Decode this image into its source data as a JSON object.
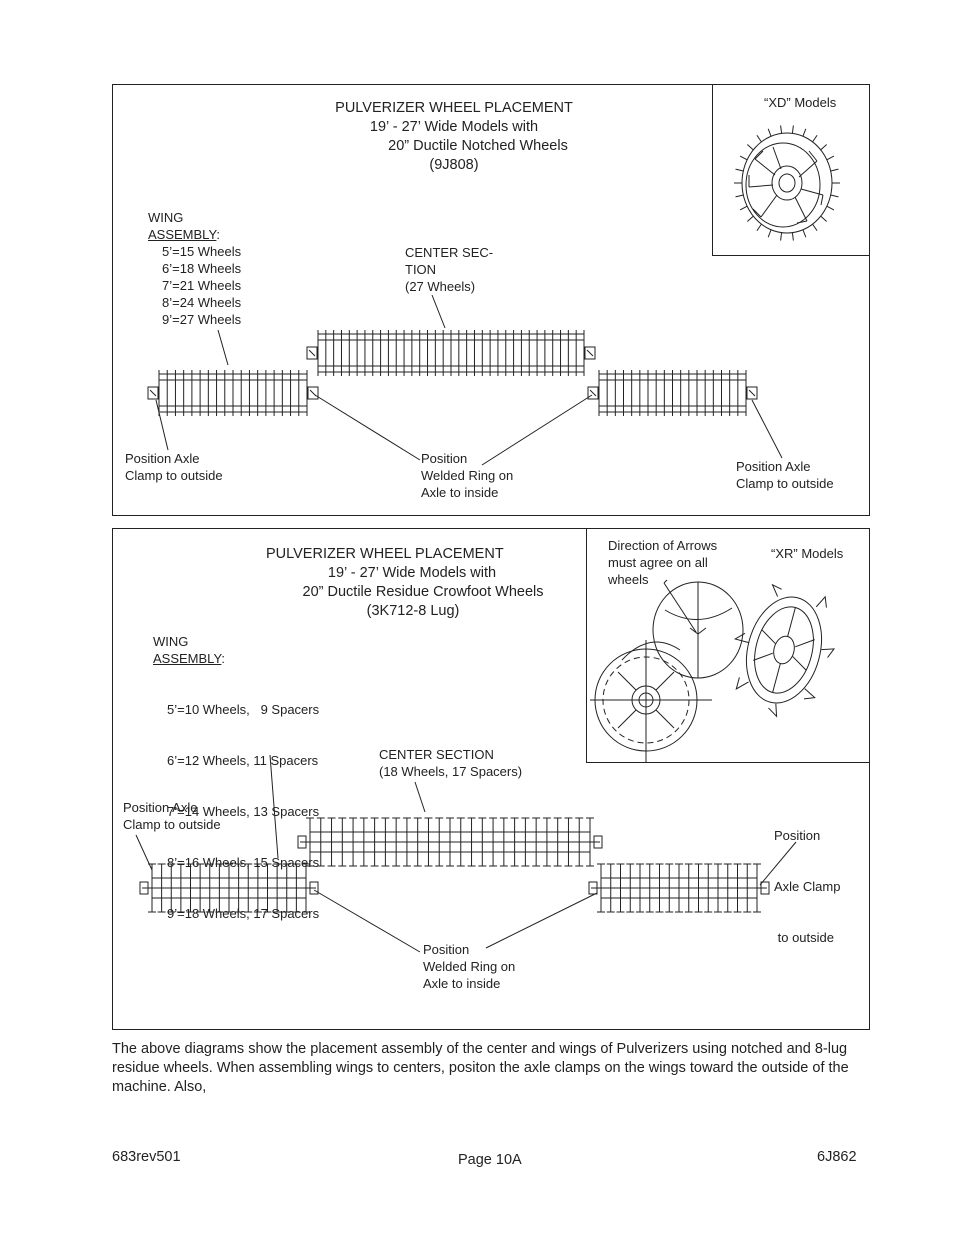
{
  "panel1": {
    "title": [
      "PULVERIZER WHEEL PLACEMENT",
      "19’ - 27’ Wide Models with",
      "20” Ductile Notched Wheels",
      "(9J808)"
    ],
    "inset_label": "“XD” Models",
    "wing_heading": "WING",
    "wing_subheading": "ASSEMBLY",
    "wing_colon": ":",
    "wing_lines": [
      "5’=15 Wheels",
      "6’=18 Wheels",
      "7’=21 Wheels",
      "8’=24 Wheels",
      "9’=27 Wheels"
    ],
    "center_lines": [
      "CENTER SEC-",
      "TION",
      "(27 Wheels)"
    ],
    "clamp_left": [
      "Position Axle",
      "Clamp to outside"
    ],
    "ring": [
      "Position",
      "Welded Ring on",
      "Axle to inside"
    ],
    "clamp_right": [
      "Position Axle",
      "Clamp to outside"
    ]
  },
  "panel2": {
    "title": [
      "PULVERIZER WHEEL PLACEMENT",
      "19’ - 27’ Wide Models with",
      "20”  Ductile Residue Crowfoot  Wheels",
      "(3K712-8 Lug)"
    ],
    "inset_label": "“XR” Models",
    "arrows_note": [
      "Direction of Arrows",
      "must agree on all",
      "wheels"
    ],
    "wing_heading": "WING",
    "wing_subheading": "ASSEMBLY",
    "wing_colon": ":",
    "wing_lines": [
      "5’=10 Wheels,   9 Spacers",
      "6’=12 Wheels, 11 Spacers",
      "7’=14 Wheels, 13 Spacers",
      "8’=16 Wheels, 15 Spacers",
      "9’=18 Wheels, 17 Spacers"
    ],
    "center_lines": [
      "CENTER SECTION",
      "(18 Wheels, 17 Spacers)"
    ],
    "clamp_left": [
      "Position Axle",
      "Clamp to outside"
    ],
    "clamp_right": [
      "Position",
      "Axle Clamp",
      " to outside"
    ],
    "ring": [
      "Position",
      "Welded Ring on",
      "Axle to inside"
    ]
  },
  "body_text": "The above diagrams show the placement assembly of the center and wings of Pulverizers using notched and 8-lug residue wheels.  When assembling wings to centers, positon the axle clamps on the wings toward the outside of the machine.  Also,",
  "footer": {
    "left": "683rev501",
    "center": "Page 10A",
    "right": "6J862"
  }
}
